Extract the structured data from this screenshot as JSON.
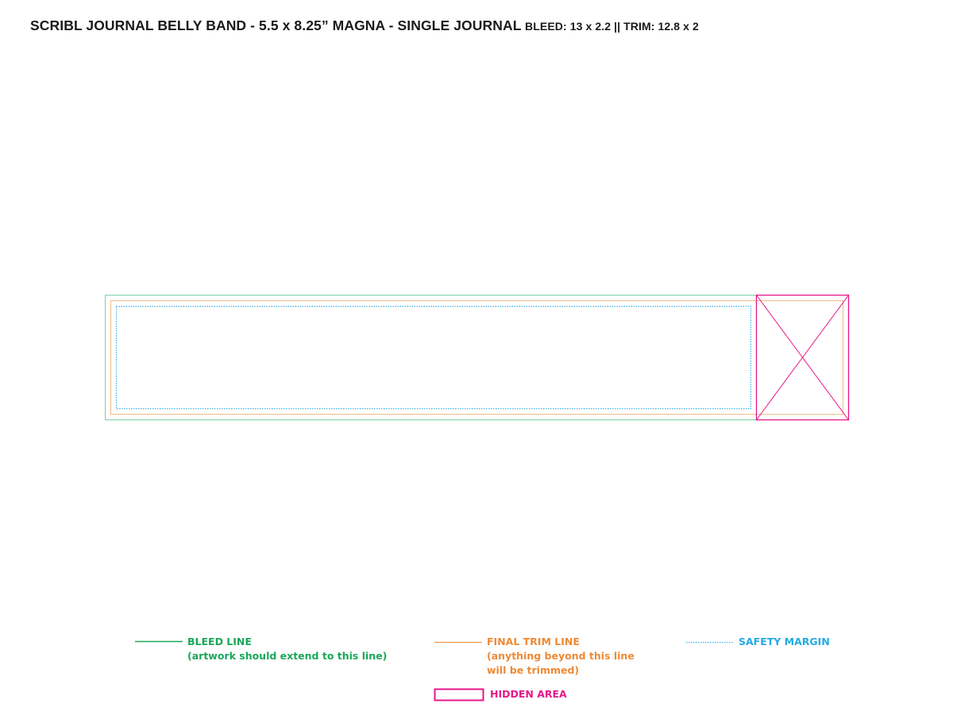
{
  "header": {
    "title": "SCRIBL JOURNAL BELLY BAND - 5.5 x 8.25” MAGNA - SINGLE JOURNAL",
    "spec": "BLEED: 13 x 2.2 || TRIM: 12.8 x 2"
  },
  "legend": {
    "bleed": {
      "label": "BLEED LINE",
      "note": "(artwork should extend to this line)"
    },
    "trim": {
      "label": "FINAL TRIM LINE",
      "note_line1": "(anything beyond this line",
      "note_line2": "will be trimmed)"
    },
    "safety": {
      "label": "SAFETY MARGIN"
    },
    "hidden": {
      "label": "HIDDEN AREA"
    }
  },
  "colors": {
    "bleed": "#1aa75a",
    "trim": "#ee8a36",
    "safety": "#25aae1",
    "hidden": "#e6168a",
    "title": "#1a1a1a"
  }
}
